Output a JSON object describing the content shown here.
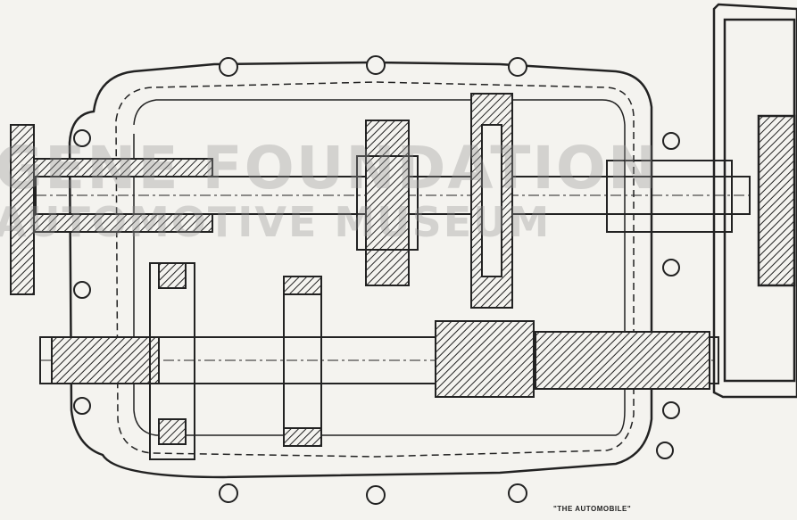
{
  "watermark": {
    "line1": "GENE FOUNDATION",
    "line2": "AUTOMOTIVE MUSEUM"
  },
  "credit": "\"THE AUTOMOBILE\"",
  "colors": {
    "ink": "#222222",
    "paper": "#f4f3ef",
    "watermark": "#9a9a9a"
  }
}
